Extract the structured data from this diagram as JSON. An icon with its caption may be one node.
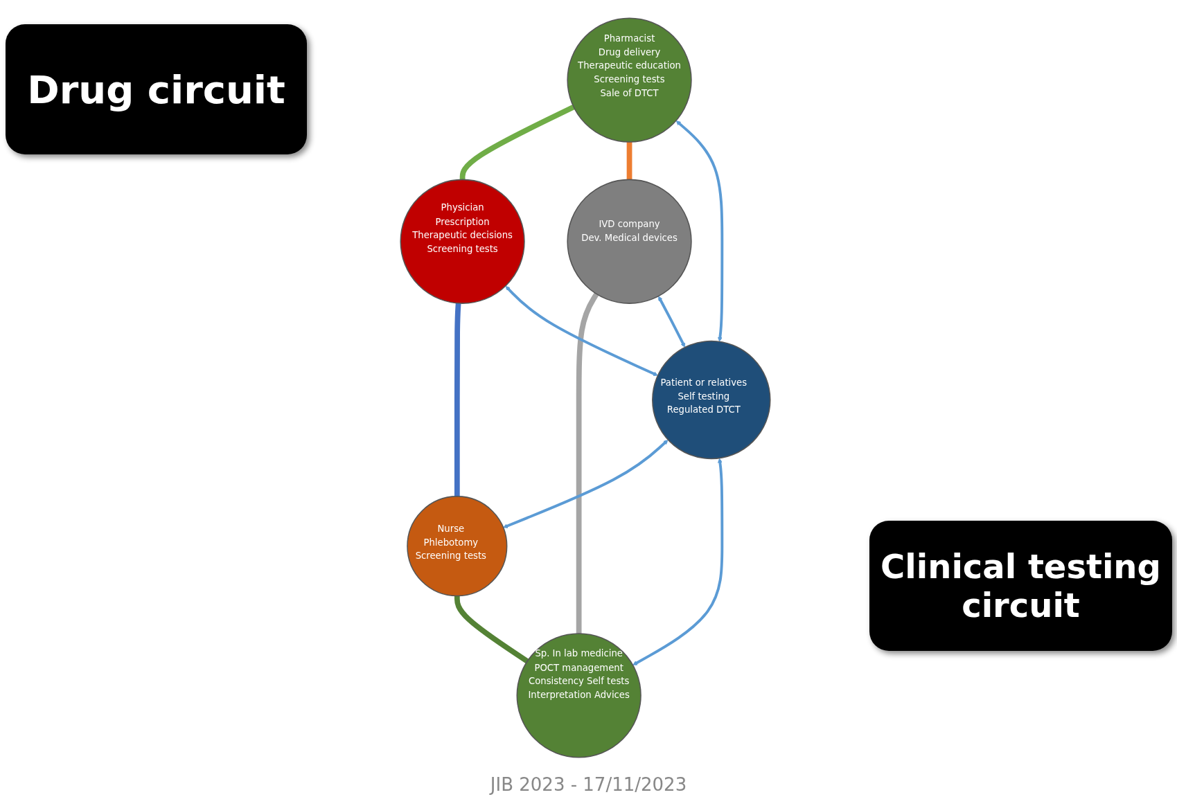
{
  "diagram": {
    "nodes": [
      {
        "text": [
          "Physician",
          "Prescription",
          "Therapeutic decisions",
          "Screening tests"
        ]
      },
      {
        "text": [
          "Pharmacist",
          "Drug delivery",
          "Therapeutic education",
          "Screening tests",
          "Sale of DTCT"
        ]
      },
      {
        "text": [
          "IVD company",
          "Dev. Medical devices"
        ]
      },
      {
        "text": [
          "Sp. In lab medicine",
          "POCT management",
          "Consistency Self tests",
          "Interpretation Advices"
        ]
      },
      {
        "text": [
          "Nurse",
          "Phlebotomy",
          "Screening tests"
        ]
      },
      {
        "text": [
          "Patient or relatives",
          "Self testing",
          "Regulated DTCT"
        ]
      }
    ],
    "edges": [
      {
        "from": 1,
        "to": 0,
        "arrow": "none",
        "style": "thick",
        "color": "#70ad47"
      },
      {
        "from": 1,
        "to": 2,
        "arrow": "none",
        "style": "thick",
        "color": "#ed7d31"
      },
      {
        "from": 2,
        "to": 3,
        "arrow": "none",
        "style": "thick",
        "color": "#a5a5a5"
      },
      {
        "from": 4,
        "to": 3,
        "arrow": "none",
        "style": "thick",
        "color": "#548235"
      },
      {
        "from": 0,
        "to": 4,
        "arrow": "none",
        "style": "thick",
        "color": "#4472c4"
      },
      {
        "from": 1,
        "to": 5,
        "arrow": "both"
      },
      {
        "from": 0,
        "to": 5,
        "arrow": "both"
      },
      {
        "from": 2,
        "to": 5,
        "arrow": "both"
      },
      {
        "from": 5,
        "to": 4,
        "arrow": "both"
      },
      {
        "from": 5,
        "to": 3,
        "arrow": "both"
      }
    ],
    "labels": [
      "Drug circuit",
      "Clinical testing circuit",
      "JIB 2023 - 17/11/2023"
    ]
  }
}
